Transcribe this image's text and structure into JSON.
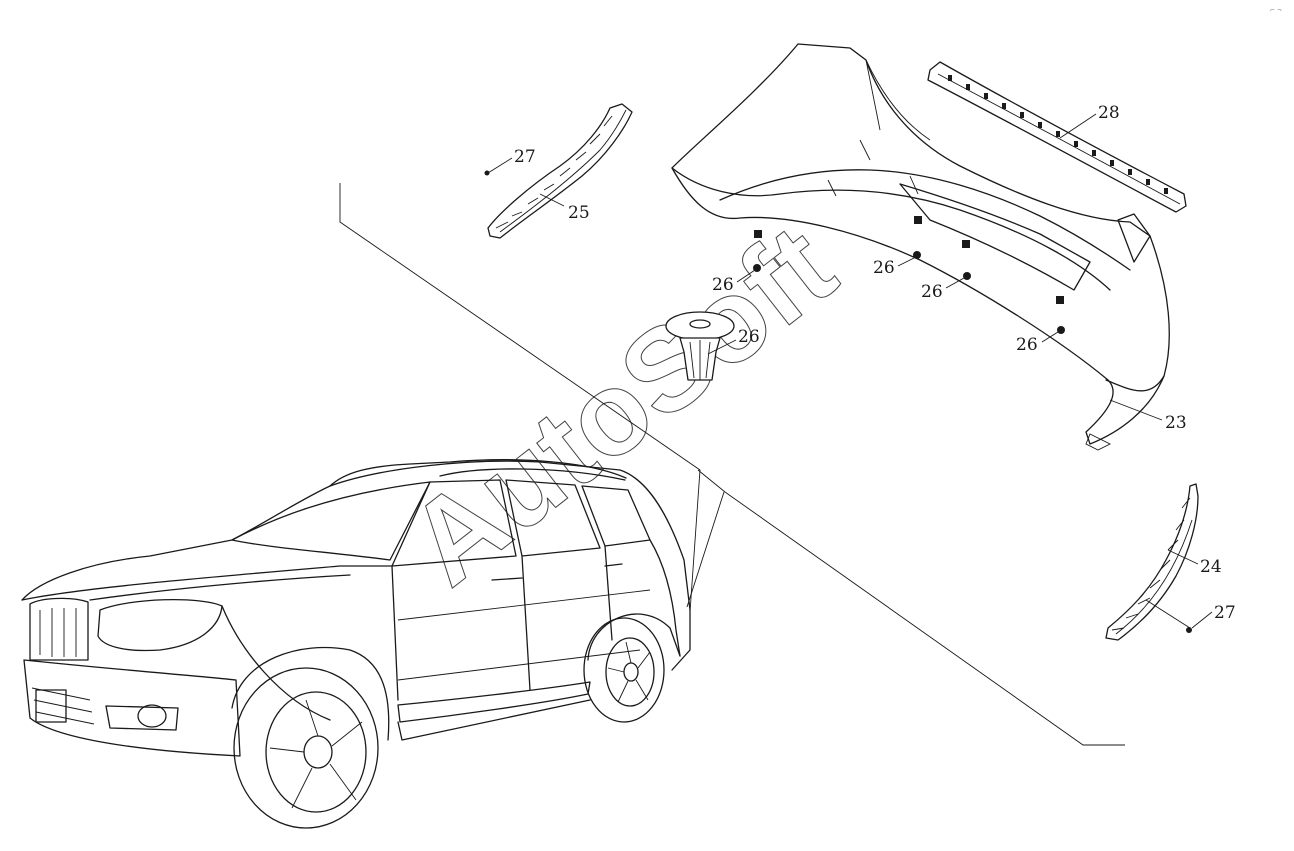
{
  "watermark": "AutoSoft",
  "callouts": {
    "rear_bumper": "23",
    "right_bracket": "24",
    "left_bracket": "25",
    "clip_a": "26",
    "clip_b": "26",
    "clip_c": "26",
    "clip_d": "26",
    "clip_detail": "26",
    "screw_left": "27",
    "screw_right": "27",
    "reflector_strip": "28"
  }
}
